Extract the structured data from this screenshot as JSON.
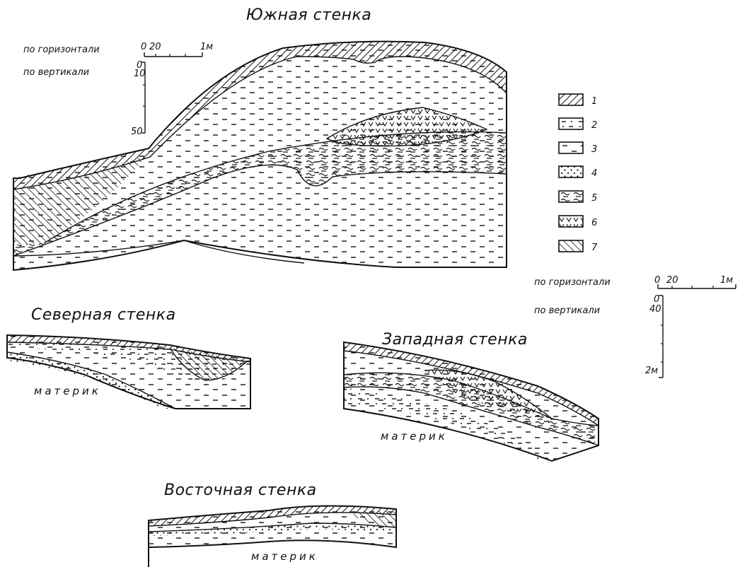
{
  "figure": {
    "south_wall": {
      "title": "Южная стенка",
      "scale_horizontal_label": "по горизонтали",
      "scale_vertical_label": "по вертикали",
      "h_ticks": [
        "0",
        "20",
        "1м"
      ],
      "v_ticks": [
        "0",
        "10",
        "50"
      ]
    },
    "north_wall": {
      "title": "Северная стенка",
      "bedrock": "материк"
    },
    "west_wall": {
      "title": "Западная стенка",
      "bedrock": "материк"
    },
    "east_wall": {
      "title": "Восточная стенка",
      "bedrock": "материк"
    },
    "common_scale": {
      "horizontal_label": "по горизонтали",
      "vertical_label": "по вертикали",
      "h_ticks": [
        "0",
        "20",
        "1м"
      ],
      "v_ticks": [
        "0",
        "40",
        "2м"
      ]
    },
    "legend": [
      {
        "number": "1",
        "pattern": "diagonal-hatch"
      },
      {
        "number": "2",
        "pattern": "dash-dot"
      },
      {
        "number": "3",
        "pattern": "dashes"
      },
      {
        "number": "4",
        "pattern": "dots"
      },
      {
        "number": "5",
        "pattern": "wavy-dashes"
      },
      {
        "number": "6",
        "pattern": "triangles"
      },
      {
        "number": "7",
        "pattern": "back-hatch"
      }
    ]
  }
}
